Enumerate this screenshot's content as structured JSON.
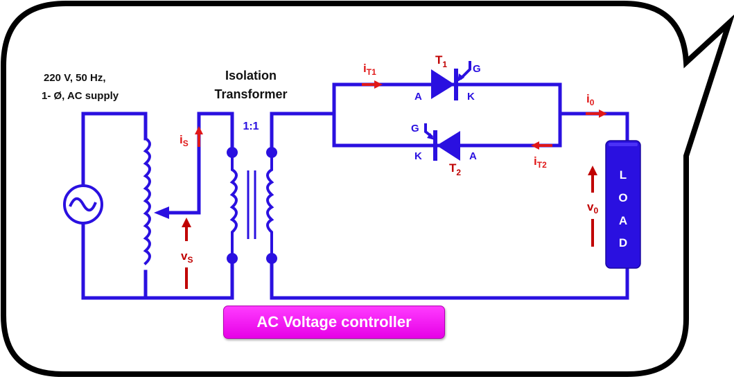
{
  "supply": {
    "line1": "220 V, 50 Hz,",
    "line2": "1- Ø, AC supply"
  },
  "transformer": {
    "title_line1": "Isolation",
    "title_line2": "Transformer",
    "ratio": "1:1"
  },
  "thyristor_t1": {
    "name": "T",
    "sub": "1",
    "anode": "A",
    "cathode": "K",
    "gate": "G"
  },
  "thyristor_t2": {
    "name": "T",
    "sub": "2",
    "anode": "A",
    "cathode": "K",
    "gate": "G"
  },
  "currents": {
    "iT1": {
      "main": "i",
      "sub": "T1"
    },
    "iT2": {
      "main": "i",
      "sub": "T2"
    },
    "iS": {
      "main": "i",
      "sub": "S"
    },
    "i0": {
      "main": "i",
      "sub": "0"
    }
  },
  "voltages": {
    "vS": {
      "main": "v",
      "sub": "S"
    },
    "v0": {
      "main": "v",
      "sub": "0"
    }
  },
  "load": {
    "letters": [
      "L",
      "O",
      "A",
      "D"
    ]
  },
  "caption": "AC Voltage controller",
  "colors": {
    "circuit": "#2a10e0",
    "current_arrow": "#e01818",
    "voltage_arrow": "#c00000",
    "caption_bg": "#f010f0",
    "bubble_outline": "#000000"
  }
}
